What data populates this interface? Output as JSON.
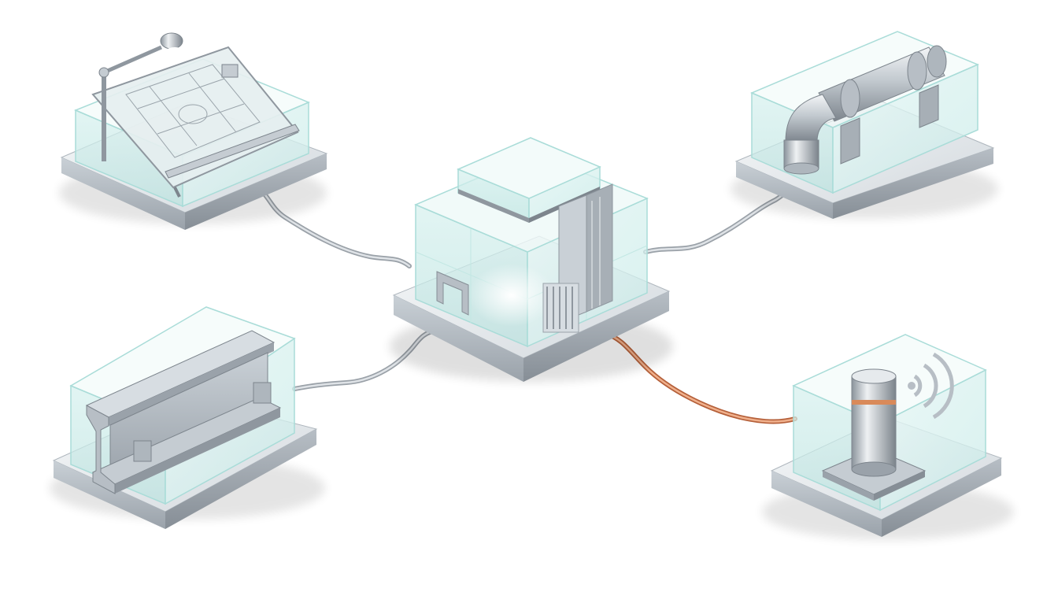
{
  "scene": {
    "background": "#ffffff",
    "colors": {
      "metal_light": "#eef1f3",
      "metal_mid": "#c5ccd2",
      "metal_dark": "#8f979f",
      "glass_fill": "#dff3f2",
      "glass_edge": "#a9dcd8",
      "cable_gray": "#b3b9bf",
      "cable_copper": "#d98a5a",
      "glow": "#ffffff"
    },
    "nodes": [
      {
        "id": "hub",
        "icon": "building-core-icon"
      },
      {
        "id": "drafting",
        "icon": "drafting-table-icon"
      },
      {
        "id": "pipe",
        "icon": "pipe-elbow-icon"
      },
      {
        "id": "beam",
        "icon": "steel-beam-icon"
      },
      {
        "id": "sensor",
        "icon": "wireless-sensor-icon"
      }
    ],
    "links": [
      {
        "from": "hub",
        "to": "drafting",
        "material": "metal"
      },
      {
        "from": "hub",
        "to": "pipe",
        "material": "metal"
      },
      {
        "from": "hub",
        "to": "beam",
        "material": "metal"
      },
      {
        "from": "hub",
        "to": "sensor",
        "material": "copper"
      }
    ]
  }
}
